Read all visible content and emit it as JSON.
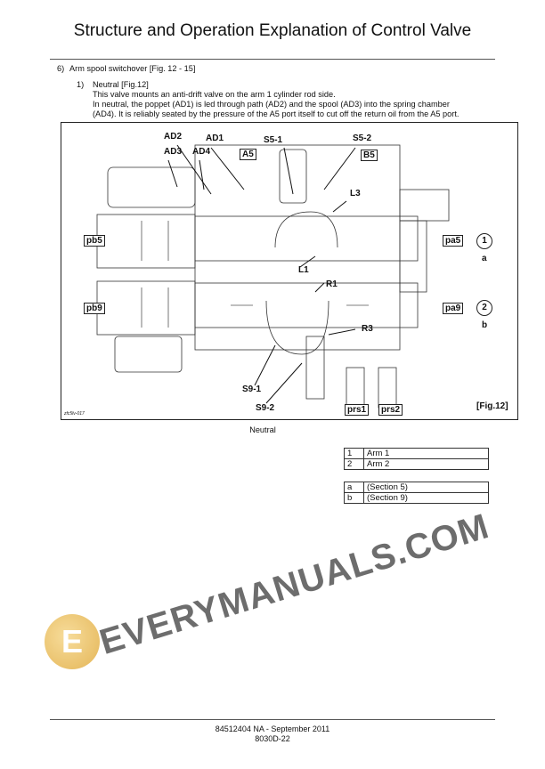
{
  "header": {
    "title": "Structure and Operation Explanation of Control Valve"
  },
  "section": {
    "number": "6)",
    "heading": "Arm spool switchover [Fig.  12 - 15]"
  },
  "subsection": {
    "number": "1)",
    "heading": "Neutral [Fig.12]",
    "lines": [
      "This valve mounts an anti-drift valve on the arm 1 cylinder rod side.",
      "In neutral, the poppet (AD1) is led through path (AD2) and the spool (AD3) into the spring chamber",
      "(AD4). It is reliably seated by the pressure of the A5 port itself to cut off the return oil from the A5 port."
    ]
  },
  "figure": {
    "labels": {
      "AD1": "AD1",
      "AD2": "AD2",
      "AD3": "AD3",
      "AD4": "AD4",
      "A5": "A5",
      "B5": "B5",
      "S5_1": "S5-1",
      "S5_2": "S5-2",
      "L3": "L3",
      "L1": "L1",
      "R1": "R1",
      "R3": "R3",
      "pb5": "pb5",
      "pa5": "pa5",
      "pb9": "pb9",
      "pa9": "pa9",
      "S9_1": "S9-1",
      "S9_2": "S9-2",
      "prs1": "prs1",
      "prs2": "prs2",
      "c1": "1",
      "a": "a",
      "c2": "2",
      "b": "b"
    },
    "fig_ref": "[Fig.12]",
    "drawing_id": "zfc5lv-017",
    "caption": "Neutral"
  },
  "legend1": [
    {
      "key": "1",
      "value": "Arm 1"
    },
    {
      "key": "2",
      "value": "Arm 2"
    }
  ],
  "legend2": [
    {
      "key": "a",
      "value": "(Section 5)"
    },
    {
      "key": "b",
      "value": "(Section 9)"
    }
  ],
  "watermark": "EVERYMANUALS.COM",
  "footer": {
    "doc": "84512404 NA - September 2011",
    "page": "8030D-22"
  }
}
